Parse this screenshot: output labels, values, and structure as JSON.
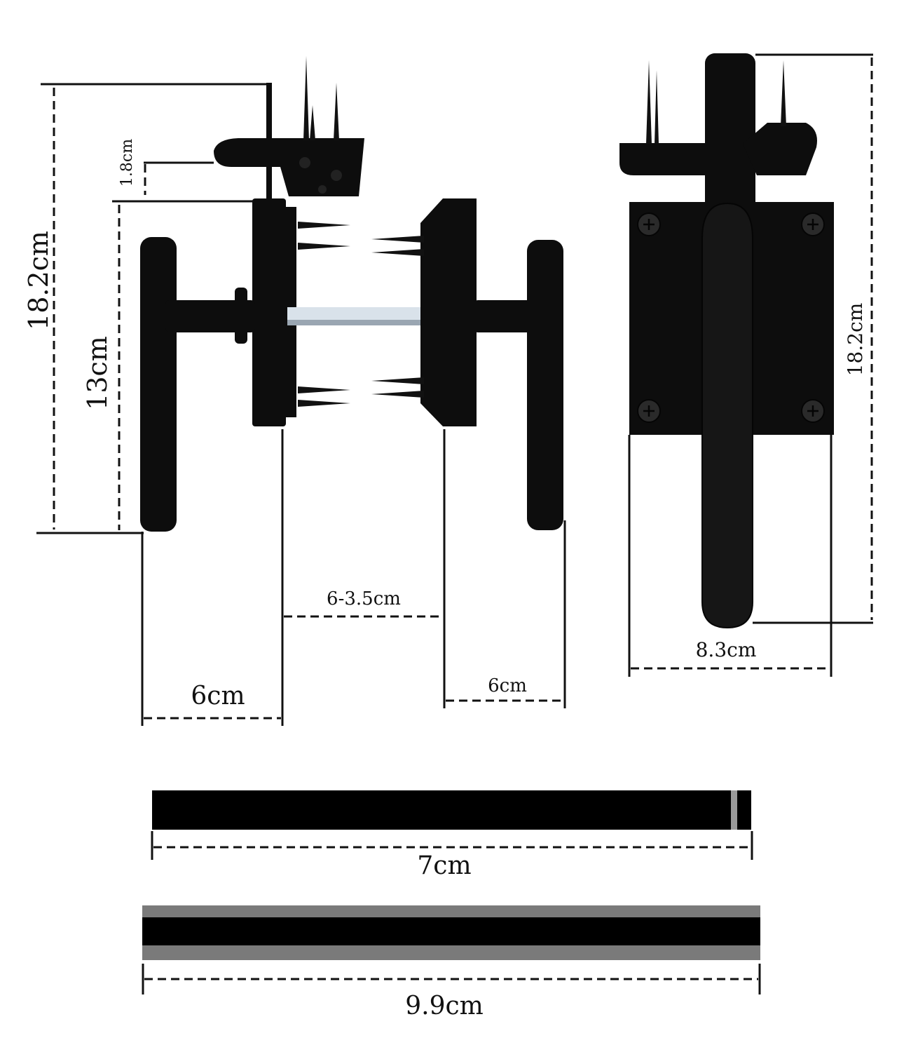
{
  "dimensions": {
    "left_height_total": "18.2cm",
    "left_latch_thickness": "1.8cm",
    "left_plate_height": "13cm",
    "lever_length_left": "6cm",
    "gap_range": "6-3.5cm",
    "lever_length_right": "6cm",
    "right_height_total": "18.2cm",
    "right_plate_width": "8.3cm",
    "bar_short_length": "7cm",
    "bar_long_length": "9.9cm"
  },
  "colors": {
    "hardware": "#0d0d0d",
    "dimension_lines": "#111111",
    "spindle": "#d9e2ea",
    "bar_gray": "#7a7a7a"
  }
}
